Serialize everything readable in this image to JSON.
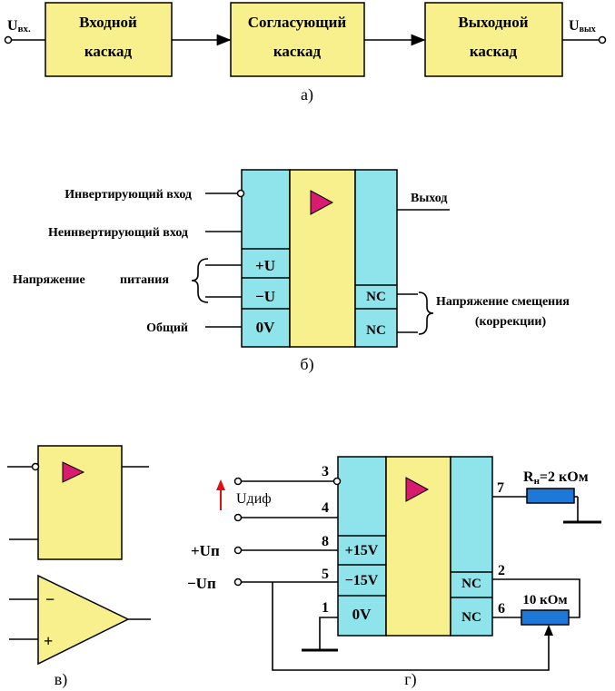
{
  "panel_a": {
    "input_label": "U",
    "input_sub": "вх.",
    "output_label": "U",
    "output_sub": "вых",
    "blocks": [
      {
        "line1": "Входной",
        "line2": "каскад"
      },
      {
        "line1": "Согласующий",
        "line2": "каскад"
      },
      {
        "line1": "Выходной",
        "line2": "каскад"
      }
    ],
    "caption": "а)"
  },
  "panel_b": {
    "inverting_input": "Инвертирующий вход",
    "noninverting_input": "Неинвертирующий вход",
    "supply_left": "Напряжение",
    "supply_right": "питания",
    "common": "Общий",
    "output": "Выход",
    "offset_line1": "Напряжение смещения",
    "offset_line2": "(коррекции)",
    "pin_plus_u": "+U",
    "pin_minus_u": "−U",
    "pin_0v": "0V",
    "pin_nc1": "NC",
    "pin_nc2": "NC",
    "caption": "б)"
  },
  "panel_v": {
    "minus_sign": "−",
    "plus_sign": "+",
    "caption": "в)"
  },
  "panel_g": {
    "pin3": "3",
    "pin4": "4",
    "pin8": "8",
    "pin5": "5",
    "pin1": "1",
    "pin7": "7",
    "pin2": "2",
    "pin6": "6",
    "udif": "Uдиф",
    "plus_up": "+Uп",
    "minus_up": "−Uп",
    "pin_plus15": "+15V",
    "pin_minus15": "−15V",
    "pin_0v": "0V",
    "pin_nc1": "NC",
    "pin_nc2": "NC",
    "rload": "R",
    "rload_sub": "н",
    "rload_value": "=2 кОм",
    "pot_value": "10 кОм",
    "caption": "г)"
  },
  "colors": {
    "yellow": "#f7f08c",
    "cyan": "#8ee4ea",
    "triangle": "#d81b6e",
    "resistor": "#1e78d8",
    "arrow_red": "#e01010"
  }
}
